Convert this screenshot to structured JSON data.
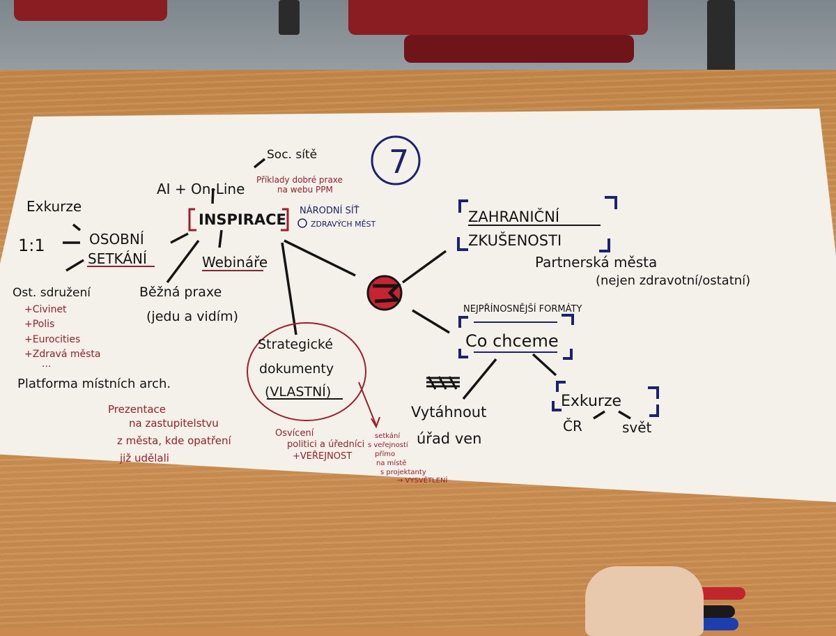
{
  "title_number": "7",
  "left_cluster": {
    "exkurze": "Exkurze",
    "one_to_one": "1:1",
    "osobni": "OSOBNÍ",
    "setkani": "SETKÁNÍ",
    "ost_sdruzeni": "Ost. sdružení",
    "civinet": "+Civinet",
    "polis": "+Polis",
    "eurocities": "+Eurocities",
    "zdrava_mesta": "+Zdravá města",
    "dots": "...",
    "platforma": "Platforma místních arch.",
    "prezentace_1": "Prezentace",
    "prezentace_2": "na zastupitelstvu",
    "prezentace_3": "z města, kde opatření",
    "prezentace_4": "již udělali"
  },
  "inspirace_cluster": {
    "soc_site": "Soc. sítě",
    "ai_online": "AI + On-Line",
    "priklady_1": "Příklady dobré praxe",
    "priklady_2": "na webu PPM",
    "inspirace": "INSPIRACE",
    "narodni_1": "NÁRODNÍ SÍŤ",
    "narodni_2": "ZDRAVÝCH MĚST",
    "webinare": "Webináře",
    "bezna_1": "Běžná praxe",
    "bezna_2": "(jedu a vidím)"
  },
  "center": {
    "strategicke_1": "Strategické",
    "strategicke_2": "dokumenty",
    "strategicke_3": "(VLASTNÍ)",
    "osviceni_1": "Osvícení",
    "osviceni_2": "politici a úředníci",
    "osviceni_3": "+VEŘEJNOST",
    "setkani_1": "setkání",
    "setkani_2": "s veřejností",
    "setkani_3": "přímo",
    "setkani_4": "na místě",
    "setkani_5": "s projektanty",
    "setkani_6": "→ VYSVĚTLENÍ"
  },
  "right_cluster": {
    "zahranicni_1": "ZAHRANIČNÍ",
    "zahranicni_2": "ZKUŠENOSTI",
    "partnerska_1": "Partnerská města",
    "partnerska_2": "(nejen zdravotní/ostatní)",
    "nejprinosnejsi": "NEJPŘÍNOSNĚJŠÍ FORMÁTY",
    "co_chceme": "Co chceme",
    "vytahnout": "Vytáhnout",
    "urad_ven": "úřad ven",
    "exkurze": "Exkurze",
    "cr": "ČR",
    "svet": "svět"
  },
  "colors": {
    "black_ink": "#141414",
    "navy_ink": "#1d2270",
    "red_ink": "#a01e2a",
    "paper": "#f4f1ea",
    "table": "#c88a4e"
  }
}
